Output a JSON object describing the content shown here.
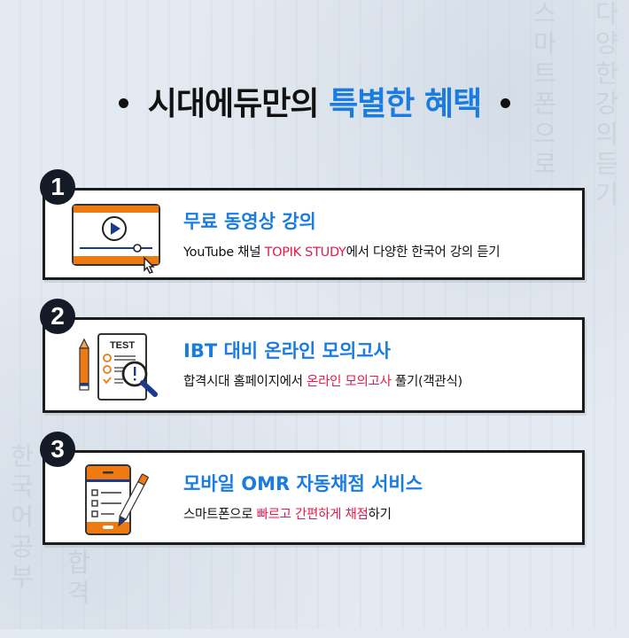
{
  "header": {
    "title_part1": "시대에듀만의",
    "title_part2": "특별한 혜택"
  },
  "colors": {
    "accent_blue": "#1a7be0",
    "highlight_red": "#e8194a",
    "icon_orange": "#f07a12",
    "icon_navy": "#1b3a8f",
    "background": "#e4eaf1"
  },
  "benefits": [
    {
      "number": "1",
      "icon": "video-player-icon",
      "title": "무료 동영상 강의",
      "desc_before": "YouTube 채널 ",
      "desc_highlight": "TOPIK STUDY",
      "desc_after": "에서 다양한 한국어 강의 듣기"
    },
    {
      "number": "2",
      "icon": "test-paper-magnifier-icon",
      "icon_label": "TEST",
      "title": "IBT 대비 온라인 모의고사",
      "desc_before": "합격시대 홈페이지에서 ",
      "desc_highlight": "온라인 모의고사",
      "desc_after": " 풀기(객관식)"
    },
    {
      "number": "3",
      "icon": "mobile-omr-pen-icon",
      "title": "모바일 OMR 자동채점 서비스",
      "desc_before": "스마트폰으로 ",
      "desc_highlight": "빠르고 간편하게 채점",
      "desc_after": "하기"
    }
  ]
}
